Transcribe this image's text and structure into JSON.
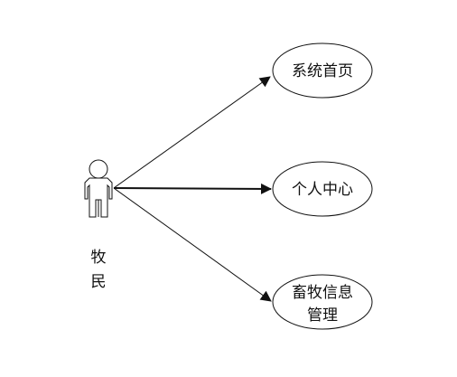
{
  "diagram": {
    "actor": {
      "name_line1": "牧",
      "name_line2": "民"
    },
    "use_cases": [
      {
        "id": "uc1",
        "lines": [
          "系统首页"
        ]
      },
      {
        "id": "uc2",
        "lines": [
          "个人中心"
        ]
      },
      {
        "id": "uc3",
        "lines": [
          "畜牧信息",
          "管理"
        ]
      }
    ],
    "relations": [
      {
        "from": "actor",
        "to": "uc1"
      },
      {
        "from": "actor",
        "to": "uc2"
      },
      {
        "from": "actor",
        "to": "uc3"
      }
    ],
    "colors": {
      "stroke": "#111111",
      "fill": "#ffffff"
    }
  }
}
